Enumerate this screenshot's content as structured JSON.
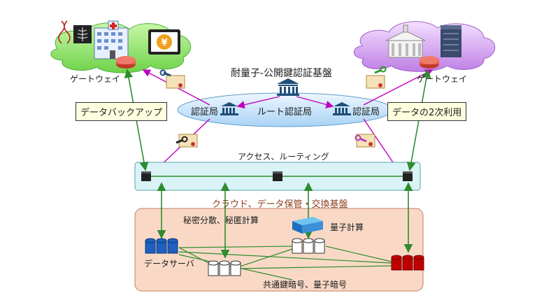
{
  "labels": {
    "gateway_left": "ゲートウェイ",
    "gateway_right": "ゲートウェイ",
    "pq_pki": "耐量子-公開鍵認証基盤",
    "ca_left": "認証局",
    "root_ca": "ルート認証局",
    "ca_right": "認証局",
    "backup": "データバックアップ",
    "secondary_use": "データの2次利用",
    "access_routing": "アクセス、ルーティング",
    "cloud_platform": "クラウド、データ保管・交換基盤",
    "secret_sharing": "秘密分散、秘匿計算",
    "quantum_compute": "量子計算",
    "data_server": "データサーバ",
    "crypto": "共通鍵暗号、量子暗号",
    "yen_symbol": "¥"
  },
  "colors": {
    "green_line": "#2e8b2e",
    "magenta_arrow": "#c000c0",
    "cloud_left": "#8fe46a",
    "cloud_right": "#d9a8f2",
    "ellipse": "#d8ecff",
    "access_box": "#d9f3f6",
    "cloud_box": "#f9d9c6",
    "cloud_title": "#8b3d1a",
    "db_blue": "#1f5fbf",
    "db_red": "#c00000",
    "db_white": "#ffffff"
  }
}
